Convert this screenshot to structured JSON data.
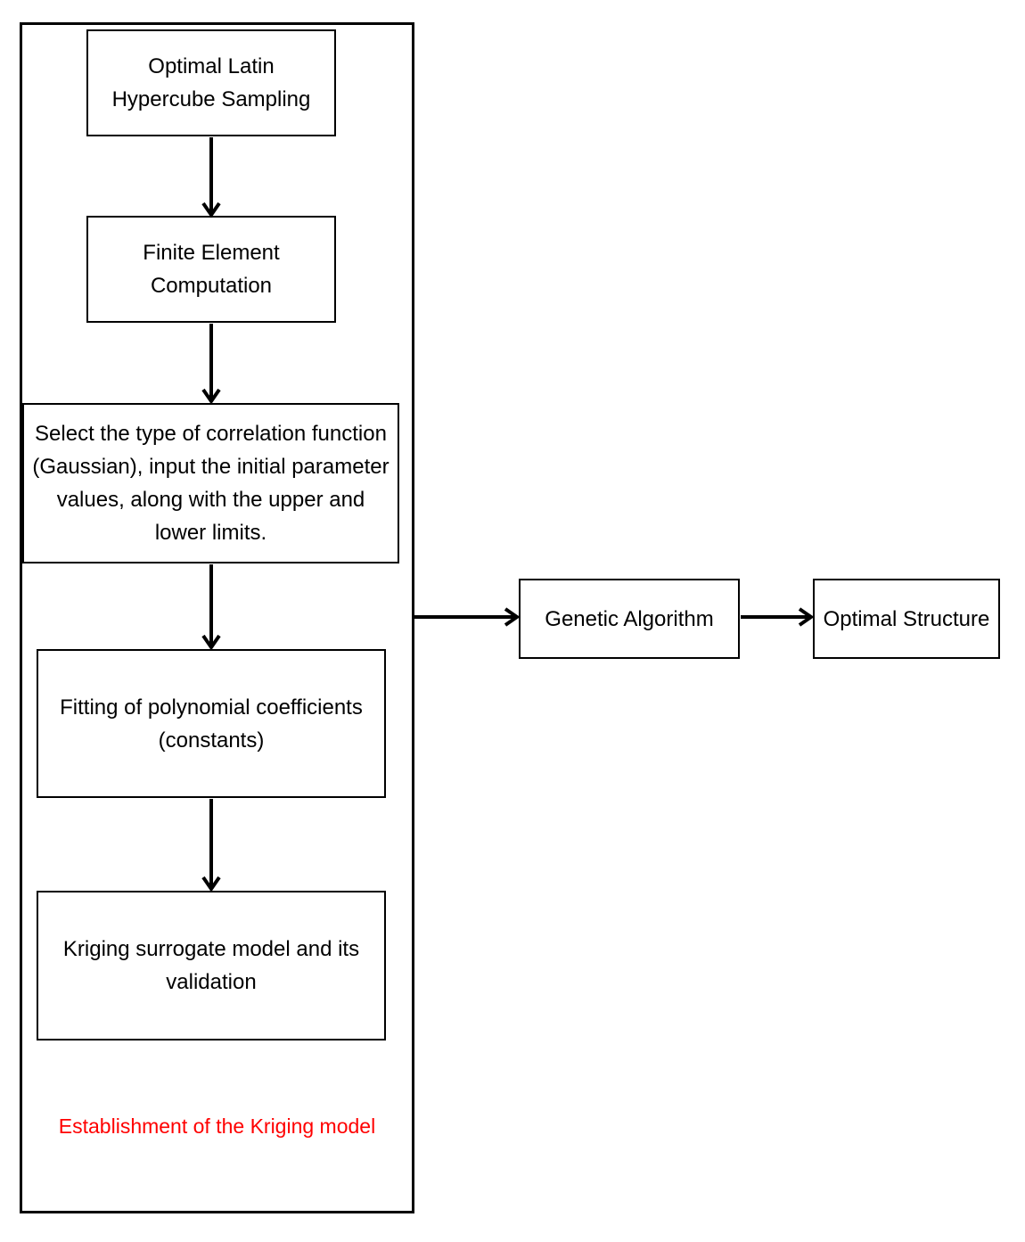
{
  "colors": {
    "background": "#ffffff",
    "line": "#000000",
    "text": "#000000",
    "caption": "#ff0000"
  },
  "group": {
    "caption": "Establishment of the Kriging model"
  },
  "steps": [
    {
      "lines": [
        "Optimal Latin",
        "Hypercube Sampling"
      ]
    },
    {
      "lines": [
        "Finite Element",
        "Computation"
      ]
    },
    {
      "lines": [
        "Select the type of correlation function",
        "(Gaussian), input the initial parameter",
        "values, along with the upper and",
        "lower limits."
      ]
    },
    {
      "lines": [
        "Fitting of polynomial coefficients",
        "(constants)"
      ]
    },
    {
      "lines": [
        "Kriging surrogate model and its",
        "validation"
      ]
    }
  ],
  "nodes": [
    {
      "label": "Genetic Algorithm"
    },
    {
      "label": "Optimal Structure"
    }
  ],
  "arrows": [
    {
      "from": "Optimal Latin Hypercube Sampling",
      "to": "Finite Element Computation"
    },
    {
      "from": "Finite Element Computation",
      "to": "Select the type of correlation function (Gaussian), input the initial parameter values, along with the upper and lower limits."
    },
    {
      "from": "Select the type of correlation function (Gaussian), input the initial parameter values, along with the upper and lower limits.",
      "to": "Fitting of polynomial coefficients (constants)"
    },
    {
      "from": "Fitting of polynomial coefficients (constants)",
      "to": "Kriging surrogate model and its validation"
    },
    {
      "from": "Establishment of the Kriging model",
      "to": "Genetic Algorithm"
    },
    {
      "from": "Genetic Algorithm",
      "to": "Optimal Structure"
    }
  ]
}
